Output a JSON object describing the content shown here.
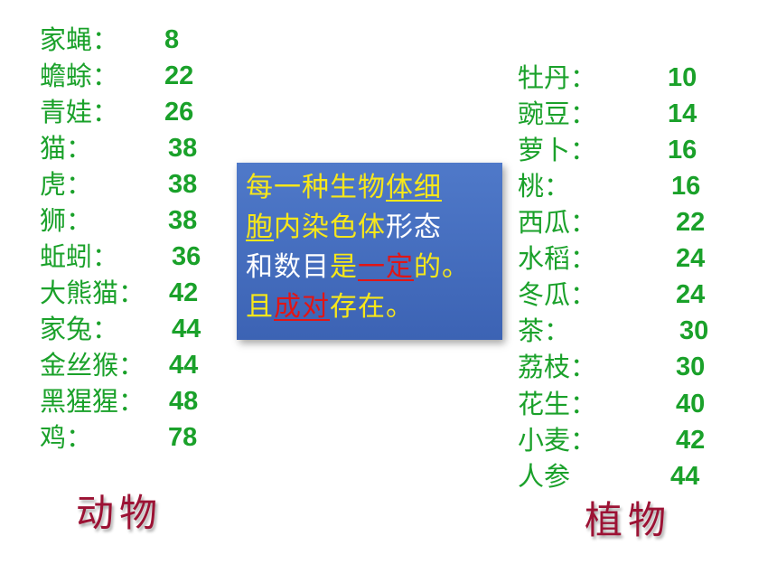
{
  "animals": [
    {
      "name": "家蝇：",
      "count": "8"
    },
    {
      "name": "蟾蜍：",
      "count": "22"
    },
    {
      "name": "青娃：",
      "count": "26"
    },
    {
      "name": "猫：",
      "count": "38"
    },
    {
      "name": "虎：",
      "count": "38"
    },
    {
      "name": "狮：",
      "count": "38"
    },
    {
      "name": "蚯蚓：",
      "count": "36"
    },
    {
      "name": "大熊猫：",
      "count": "42"
    },
    {
      "name": "家兔：",
      "count": "44"
    },
    {
      "name": "金丝猴：",
      "count": "44"
    },
    {
      "name": "黑猩猩：",
      "count": "48"
    },
    {
      "name": "鸡：",
      "count": "78"
    }
  ],
  "plants": [
    {
      "name": "牡丹：",
      "count": "10"
    },
    {
      "name": "豌豆：",
      "count": "14"
    },
    {
      "name": "萝卜：",
      "count": "16"
    },
    {
      "name": "桃：",
      "count": "16"
    },
    {
      "name": "西瓜：",
      "count": "22"
    },
    {
      "name": "水稻：",
      "count": "24"
    },
    {
      "name": "冬瓜：",
      "count": "24"
    },
    {
      "name": "茶：",
      "count": "30"
    },
    {
      "name": "荔枝：",
      "count": "30"
    },
    {
      "name": "花生：",
      "count": "40"
    },
    {
      "name": "小麦：",
      "count": "42"
    },
    {
      "name": "人参",
      "count": "44"
    }
  ],
  "labels": {
    "animals": "动物",
    "plants": "植物"
  },
  "callout": {
    "line1": {
      "a": "每一种生物",
      "b": "体细"
    },
    "line2": {
      "a": "胞",
      "b": "内染色体",
      "c": "形态"
    },
    "line3": {
      "a": "和数目",
      "b": "是",
      "c": "一定",
      "d": "的。"
    },
    "line4": {
      "a": "且",
      "b": "成对",
      "c": "存在。"
    }
  },
  "colors": {
    "text_green": "#1aa12a",
    "label_red": "#9c1234",
    "box_blue": "#3f67b8",
    "highlight_yellow": "#f7e71a",
    "emphasis_red": "#e01616"
  }
}
